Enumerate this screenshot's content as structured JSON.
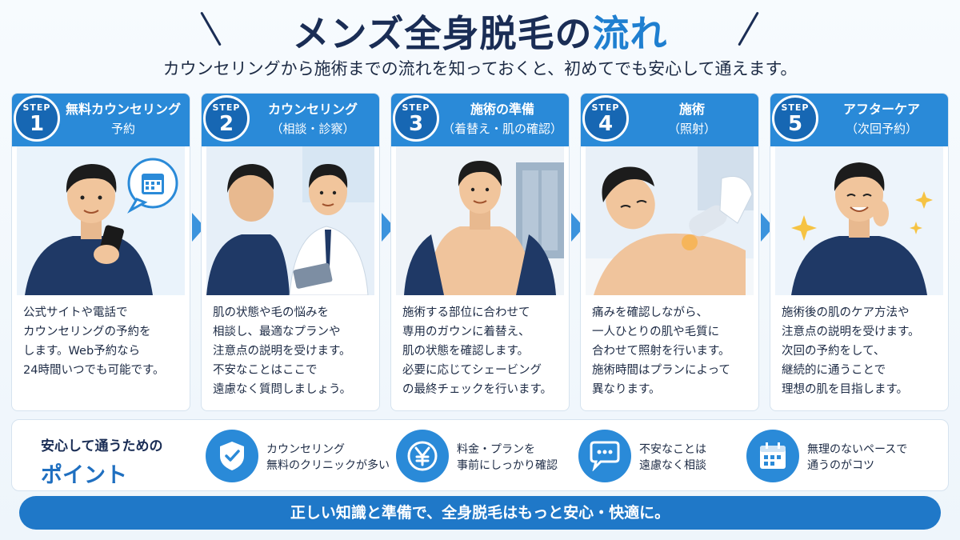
{
  "header": {
    "title_main": "メンズ全身脱毛の",
    "title_accent": "流れ",
    "subtitle": "カウンセリングから施術までの流れを知っておくと、初めてでも安心して通えます。"
  },
  "steps": [
    {
      "step_word": "STEP",
      "number": "1",
      "title": "無料カウンセリング",
      "title_sub": "予約",
      "lines": [
        "公式サイトや電話で",
        "カウンセリングの予約を",
        "します。Web予約なら",
        "24時間いつでも可能です。"
      ]
    },
    {
      "step_word": "STEP",
      "number": "2",
      "title": "カウンセリング",
      "title_sub": "（相談・診察）",
      "lines": [
        "肌の状態や毛の悩みを",
        "相談し、最適なプランや",
        "注意点の説明を受けます。",
        "不安なことはここで",
        "遠慮なく質問しましょう。"
      ]
    },
    {
      "step_word": "STEP",
      "number": "3",
      "title": "施術の準備",
      "title_sub": "（着替え・肌の確認）",
      "lines": [
        "施術する部位に合わせて",
        "専用のガウンに着替え、",
        "肌の状態を確認します。",
        "必要に応じてシェービング",
        "の最終チェックを行います。"
      ]
    },
    {
      "step_word": "STEP",
      "number": "4",
      "title": "施術",
      "title_sub": "（照射）",
      "lines": [
        "痛みを確認しながら、",
        "一人ひとりの肌や毛質に",
        "合わせて照射を行います。",
        "施術時間はプランによって",
        "異なります。"
      ]
    },
    {
      "step_word": "STEP",
      "number": "5",
      "title": "アフターケア",
      "title_sub": "（次回予約）",
      "lines": [
        "施術後の肌のケア方法や",
        "注意点の説明を受けます。",
        "次回の予約をして、",
        "継続的に通うことで",
        "理想の肌を目指します。"
      ]
    }
  ],
  "points": {
    "label_line1": "安心して通うための",
    "label_line2": "ポイント",
    "items": [
      {
        "icon": "shield-check-icon",
        "line1": "カウンセリング",
        "line2": "無料のクリニックが多い"
      },
      {
        "icon": "yen-icon",
        "line1": "料金・プランを",
        "line2": "事前にしっかり確認"
      },
      {
        "icon": "chat-bubble-icon",
        "line1": "不安なことは",
        "line2": "遠慮なく相談"
      },
      {
        "icon": "calendar-icon",
        "line1": "無理のないペースで",
        "line2": "通うのがコツ"
      }
    ]
  },
  "footer": {
    "text": "正しい知識と準備で、全身脱毛はもっと安心・快適に。"
  },
  "colors": {
    "primary": "#2a8ad8",
    "dark_blue": "#1767b3",
    "navy": "#1a2d55"
  }
}
